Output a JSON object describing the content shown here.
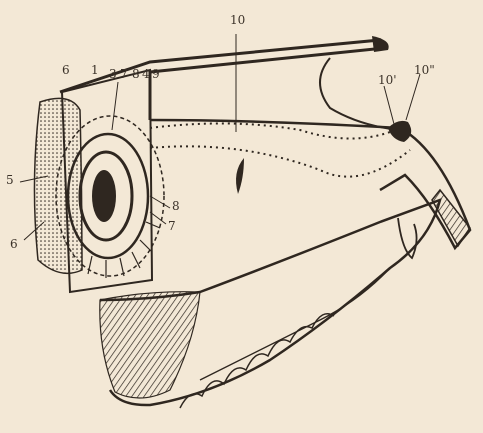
{
  "labels": {
    "l6_top": "6",
    "l1": "1",
    "l3": "3",
    "l7_top": "7",
    "l8_top": "8",
    "l4": "4",
    "l9": "9",
    "l10": "10",
    "l10p": "10'",
    "l10pp": "10\"",
    "l5": "5",
    "l6_bottom": "6",
    "l8_right": "8",
    "l7_right": "7"
  },
  "colors": {
    "paper": "#f3e8d6",
    "ink": "#2f2720"
  }
}
